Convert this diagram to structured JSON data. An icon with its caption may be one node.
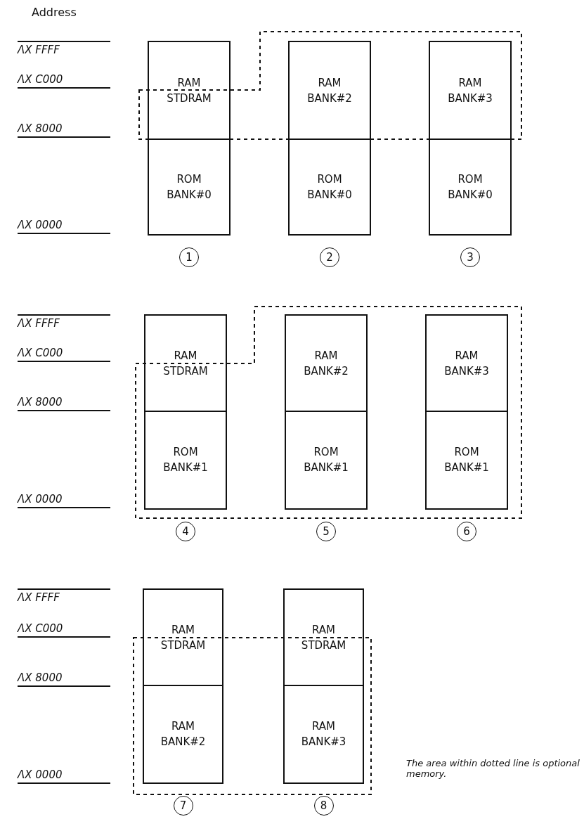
{
  "diagram": {
    "nodes": [
      {
        "text": [
          "RAM",
          "STDRAM"
        ]
      },
      {
        "text": [
          "RAM",
          "BANK#2"
        ]
      },
      {
        "text": [
          "RAM",
          "BANK#3"
        ]
      },
      {
        "text": [
          "ROM",
          "BANK#0"
        ]
      },
      {
        "text": [
          "ROM",
          "BANK#0"
        ]
      },
      {
        "text": [
          "ROM",
          "BANK#0"
        ]
      },
      {
        "text": [
          "RAM",
          "STDRAM"
        ]
      },
      {
        "text": [
          "RAM",
          "BANK#2"
        ]
      },
      {
        "text": [
          "RAM",
          "BANK#3"
        ]
      },
      {
        "text": [
          "ROM",
          "BANK#1"
        ]
      },
      {
        "text": [
          "ROM",
          "BANK#1"
        ]
      },
      {
        "text": [
          "ROM",
          "BANK#1"
        ]
      },
      {
        "text": [
          "RAM",
          "STDRAM"
        ]
      },
      {
        "text": [
          "RAM",
          "STDRAM"
        ]
      },
      {
        "text": [
          "RAM",
          "BANK#2"
        ]
      },
      {
        "text": [
          "RAM",
          "BANK#3"
        ]
      }
    ],
    "labels": [
      "Address",
      "ΛX FFFF",
      "ΛX C000",
      "ΛX 8000",
      "ΛX 0000",
      "1",
      "2",
      "3",
      "ΛX FFFF",
      "ΛX C000",
      "ΛX 8000",
      "ΛX 0000",
      "4",
      "5",
      "6",
      "ΛX FFFF",
      "ΛX C000",
      "ΛX 8000",
      "ΛX 0000",
      "7",
      "8",
      "The area within dotted line is optional memory."
    ]
  }
}
